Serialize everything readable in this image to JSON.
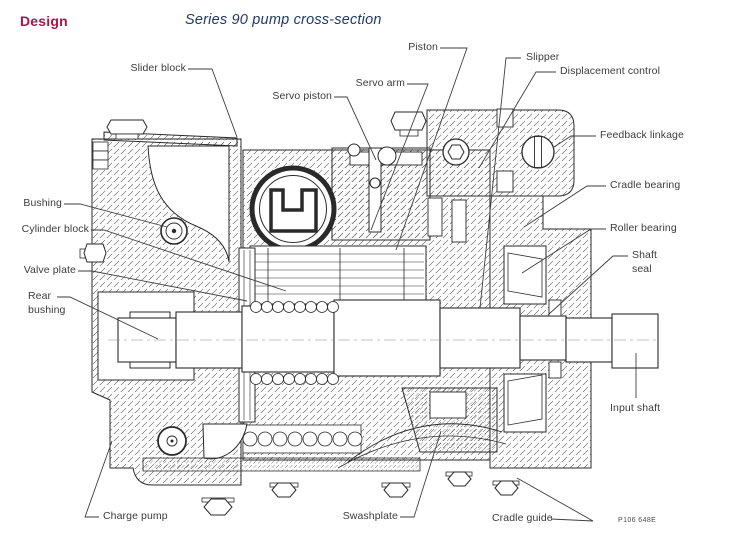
{
  "page": {
    "section_label": "Design",
    "figure_title": "Series 90 pump cross-section",
    "figure_code": "P106 648E"
  },
  "colors": {
    "background": "#ffffff",
    "section_label": "#b2124a",
    "figure_title": "#1f3a64",
    "label_text": "#3c3c3c",
    "drawing_line": "#2a2a2a",
    "leader_line": "#3e3e3e",
    "figure_code": "#4a4a4a"
  },
  "callouts": {
    "slider_block": "Slider block",
    "servo_piston": "Servo piston",
    "servo_arm": "Servo arm",
    "piston": "Piston",
    "slipper": "Slipper",
    "displacement_control": "Displacement control",
    "feedback_linkage": "Feedback linkage",
    "cradle_bearing": "Cradle bearing",
    "bushing": "Bushing",
    "cylinder_block": "Cylinder block",
    "roller_bearing": "Roller bearing",
    "valve_plate": "Valve plate",
    "shaft_seal": "Shaft seal",
    "rear_bushing": "Rear bushing",
    "input_shaft": "Input shaft",
    "charge_pump": "Charge pump",
    "swashplate": "Swashplate",
    "cradle_guide": "Cradle guide"
  }
}
